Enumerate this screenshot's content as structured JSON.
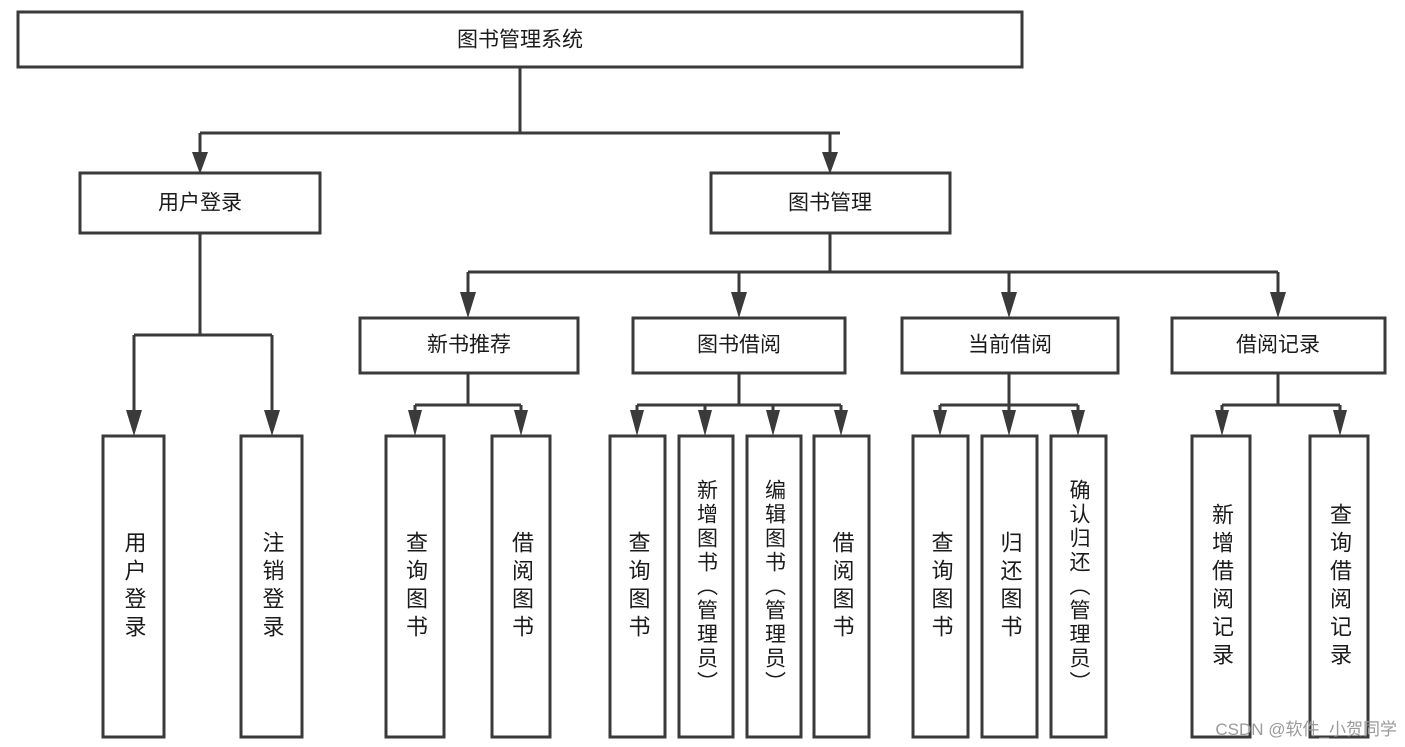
{
  "diagram": {
    "type": "tree",
    "title": "图书管理系统",
    "root": {
      "id": "root",
      "label": "图书管理系统",
      "orientation": "horizontal"
    },
    "level1": [
      {
        "id": "user-login",
        "label": "用户登录",
        "orientation": "horizontal"
      },
      {
        "id": "book-manage",
        "label": "图书管理",
        "orientation": "horizontal"
      }
    ],
    "level2": [
      {
        "id": "new-book-recommend",
        "label": "新书推荐",
        "orientation": "horizontal",
        "parent": "book-manage"
      },
      {
        "id": "book-borrow",
        "label": "图书借阅",
        "orientation": "horizontal",
        "parent": "book-manage"
      },
      {
        "id": "current-borrow",
        "label": "当前借阅",
        "orientation": "horizontal",
        "parent": "book-manage"
      },
      {
        "id": "borrow-record",
        "label": "借阅记录",
        "orientation": "horizontal",
        "parent": "book-manage"
      }
    ],
    "leaves": [
      {
        "id": "leaf-user-login",
        "label": "用户登录",
        "orientation": "vertical",
        "parent": "user-login"
      },
      {
        "id": "leaf-user-logout",
        "label": "注销登录",
        "orientation": "vertical",
        "parent": "user-login"
      },
      {
        "id": "leaf-query-book-1",
        "label": "查询图书",
        "orientation": "vertical",
        "parent": "new-book-recommend"
      },
      {
        "id": "leaf-borrow-book-1",
        "label": "借阅图书",
        "orientation": "vertical",
        "parent": "new-book-recommend"
      },
      {
        "id": "leaf-query-book-2",
        "label": "查询图书",
        "orientation": "vertical",
        "parent": "book-borrow"
      },
      {
        "id": "leaf-add-book",
        "label": "新增图书（管理员）",
        "orientation": "vertical",
        "parent": "book-borrow"
      },
      {
        "id": "leaf-edit-book",
        "label": "编辑图书（管理员）",
        "orientation": "vertical",
        "parent": "book-borrow"
      },
      {
        "id": "leaf-borrow-book-2",
        "label": "借阅图书",
        "orientation": "vertical",
        "parent": "book-borrow"
      },
      {
        "id": "leaf-query-book-3",
        "label": "查询图书",
        "orientation": "vertical",
        "parent": "current-borrow"
      },
      {
        "id": "leaf-return-book",
        "label": "归还图书",
        "orientation": "vertical",
        "parent": "current-borrow"
      },
      {
        "id": "leaf-confirm-return",
        "label": "确认归还（管理员）",
        "orientation": "vertical",
        "parent": "current-borrow"
      },
      {
        "id": "leaf-add-record",
        "label": "新增借阅记录",
        "orientation": "vertical",
        "parent": "borrow-record"
      },
      {
        "id": "leaf-query-record",
        "label": "查询借阅记录",
        "orientation": "vertical",
        "parent": "borrow-record"
      }
    ]
  },
  "watermark": {
    "text": "CSDN @软件_小贺同学"
  },
  "colors": {
    "stroke": "#3a3a3a",
    "fill": "#ffffff",
    "text": "#1b1b1b",
    "watermark": "#9a9a9a"
  }
}
